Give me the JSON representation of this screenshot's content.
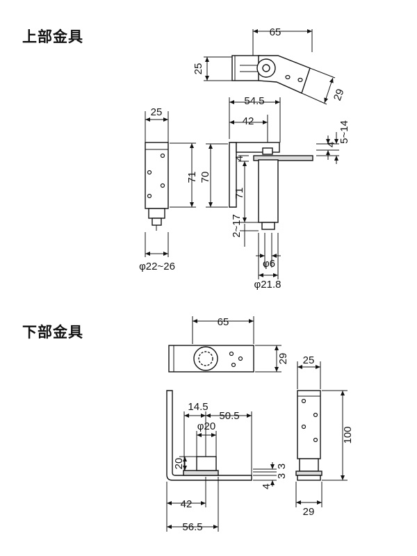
{
  "upper": {
    "title": "上部金具",
    "dims": {
      "d65": "65",
      "d25h": "25",
      "d29": "29",
      "d54_5": "54.5",
      "d42": "42",
      "d25w": "25",
      "d71a": "71",
      "d70": "70",
      "d4a": "4",
      "d4b": "4",
      "d5_14": "5~14",
      "d71b": "71",
      "d2_17": "2~17",
      "dphi22_26": "φ22~26",
      "dphi6": "φ6",
      "dphi21_8": "φ21.8"
    }
  },
  "lower": {
    "title": "下部金具",
    "dims": {
      "d65": "65",
      "d29r": "29",
      "d25": "25",
      "d14_5": "14.5",
      "d50_5": "50.5",
      "dphi20": "φ20",
      "d100": "100",
      "d20": "20",
      "d3a": "3",
      "d3b": "3",
      "d4": "4",
      "d42": "42",
      "d29b": "29",
      "d56_5": "56.5"
    }
  }
}
